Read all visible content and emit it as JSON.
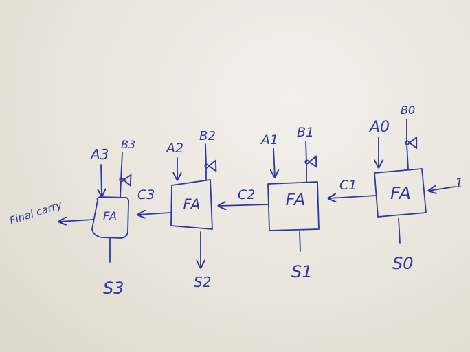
{
  "diagram": {
    "ink_color": "#2b3aa3",
    "adders": [
      {
        "label": "FA",
        "input_a": "A3",
        "input_b": "B3",
        "sum": "S3"
      },
      {
        "label": "FA",
        "input_a": "A2",
        "input_b": "B2",
        "sum": "S2"
      },
      {
        "label": "FA",
        "input_a": "A1",
        "input_b": "B1",
        "sum": "S1"
      },
      {
        "label": "FA",
        "input_a": "A0",
        "input_b": "B0",
        "sum": "S0"
      }
    ],
    "carries": [
      "C3",
      "C2",
      "C1"
    ],
    "carry_in": "1",
    "final_carry_label": "Final carry"
  }
}
